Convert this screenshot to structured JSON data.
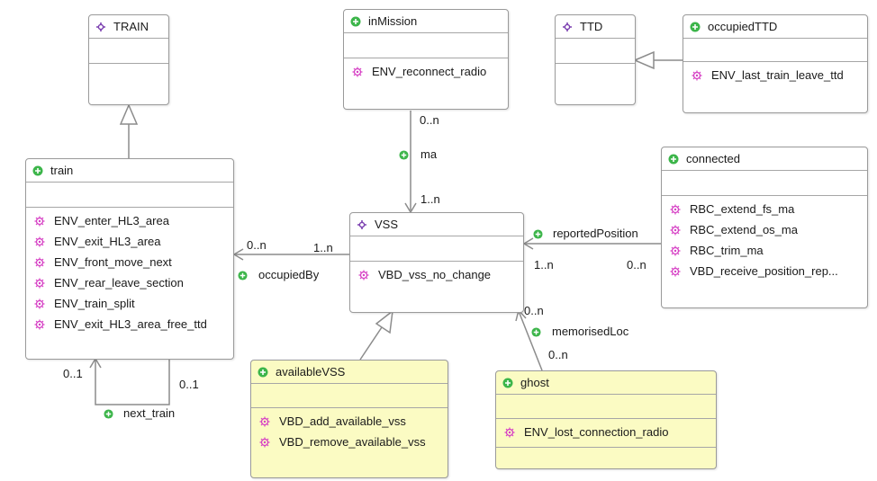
{
  "classes": {
    "TRAIN": {
      "name": "TRAIN",
      "icon": "abstract-set-icon",
      "events": []
    },
    "inMission": {
      "name": "inMission",
      "icon": "variable-icon",
      "events": [
        "ENV_reconnect_radio"
      ]
    },
    "TTD": {
      "name": "TTD",
      "icon": "abstract-set-icon",
      "events": []
    },
    "occupiedTTD": {
      "name": "occupiedTTD",
      "icon": "variable-icon",
      "events": [
        "ENV_last_train_leave_ttd"
      ]
    },
    "train": {
      "name": "train",
      "icon": "variable-icon",
      "events": [
        "ENV_enter_HL3_area",
        "ENV_exit_HL3_area",
        "ENV_front_move_next",
        "ENV_rear_leave_section",
        "ENV_train_split",
        "ENV_exit_HL3_area_free_ttd"
      ]
    },
    "VSS": {
      "name": "VSS",
      "icon": "abstract-set-icon",
      "events": [
        "VBD_vss_no_change"
      ]
    },
    "connected": {
      "name": "connected",
      "icon": "variable-icon",
      "events": [
        "RBC_extend_fs_ma",
        "RBC_extend_os_ma",
        "RBC_trim_ma",
        "VBD_receive_position_rep..."
      ]
    },
    "availableVSS": {
      "name": "availableVSS",
      "icon": "variable-icon",
      "events": [
        "VBD_add_available_vss",
        "VBD_remove_available_vss"
      ]
    },
    "ghost": {
      "name": "ghost",
      "icon": "variable-icon",
      "events": [
        "ENV_lost_connection_radio"
      ]
    }
  },
  "associations": {
    "ma": {
      "name": "ma",
      "source_mult": "0..n",
      "target_mult": "1..n"
    },
    "occupiedBy": {
      "name": "occupiedBy",
      "source_mult": "1..n",
      "target_mult": "0..n"
    },
    "reportedPosition": {
      "name": "reportedPosition",
      "source_mult": "0..n",
      "target_mult": "1..n"
    },
    "memorisedLoc": {
      "name": "memorisedLoc",
      "source_mult": "0..n",
      "target_mult": "0..n"
    },
    "next_train": {
      "name": "next_train",
      "source_mult": "0..1",
      "target_mult": "0..1"
    }
  },
  "colors": {
    "yellow_fill": "#fbfbc3",
    "variable_icon": "#3cb54a",
    "set_icon": "#7b3fb0",
    "event_icon": "#d63fc4",
    "edge": "#8c8c8c"
  }
}
